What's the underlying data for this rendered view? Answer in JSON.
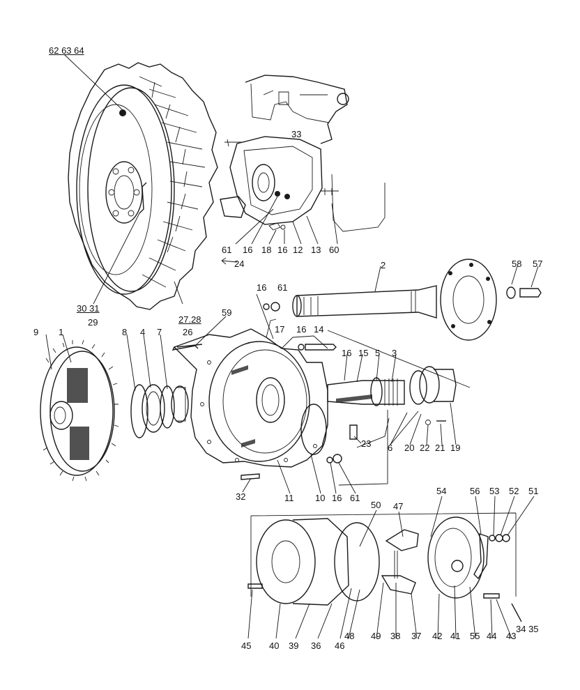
{
  "labels": {
    "l_626364": "62 63 64",
    "l_33": "33",
    "l_61a": "61",
    "l_16a": "16",
    "l_18": "18",
    "l_16b": "16",
    "l_12": "12",
    "l_13": "13",
    "l_60": "60",
    "l_24": "24",
    "l_3031": "30 31",
    "l_29": "29",
    "l_2728": "27.28",
    "l_26": "26",
    "l_2": "2",
    "l_58": "58",
    "l_57": "57",
    "l_16c": "16",
    "l_61b": "61",
    "l_17": "17",
    "l_16d": "16",
    "l_14": "14",
    "l_59": "59",
    "l_9": "9",
    "l_1": "1",
    "l_8": "8",
    "l_4": "4",
    "l_7": "7",
    "l_16e": "16",
    "l_15": "15",
    "l_5": "5",
    "l_3": "3",
    "l_6": "6",
    "l_20": "20",
    "l_22": "22",
    "l_21": "21",
    "l_19": "19",
    "l_23": "23",
    "l_32": "32",
    "l_11": "11",
    "l_10": "10",
    "l_16f": "16",
    "l_61c": "61",
    "l_50": "50",
    "l_47": "47",
    "l_54": "54",
    "l_56": "56",
    "l_53": "53",
    "l_52": "52",
    "l_51": "51",
    "l_45": "45",
    "l_40": "40",
    "l_39": "39",
    "l_36": "36",
    "l_46": "46",
    "l_48": "48",
    "l_49": "49",
    "l_38": "38",
    "l_37": "37",
    "l_42": "42",
    "l_41": "41",
    "l_55": "55",
    "l_44": "44",
    "l_43": "43",
    "l_3435": "34 35"
  }
}
